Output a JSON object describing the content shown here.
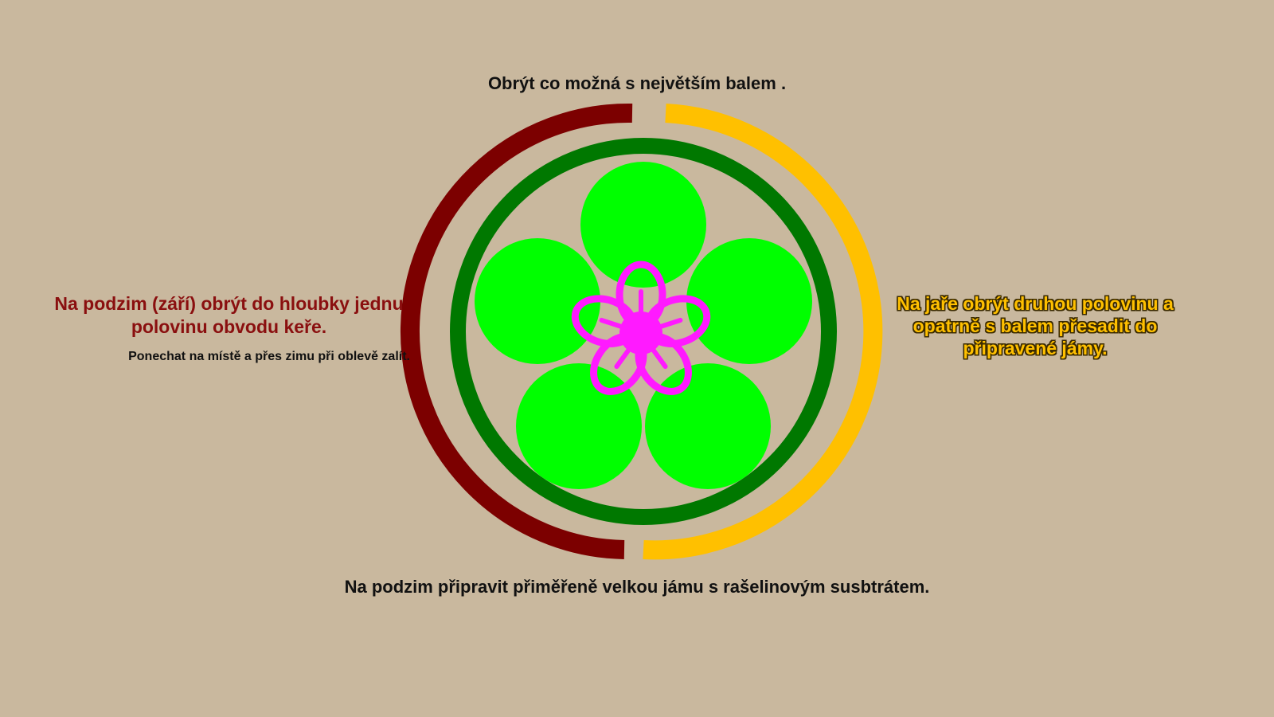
{
  "colors": {
    "background": "#c9b89e",
    "autumn": "#7c0000",
    "spring": "#ffc000",
    "root_ring": "#007800",
    "leaves": "#00ff00",
    "flower": "#ff1aff",
    "text_dark": "#111111",
    "text_autumn": "#8a0f0f",
    "text_spring_fill": "#ffc000",
    "text_spring_outline": "#3a2a00"
  },
  "labels": {
    "top": "Obrýt co možná s největším balem .",
    "left_main": "Na podzim (září) obrýt do hloubky jednu polovinu obvodu keře.",
    "left_note": "Ponechat na místě a přes zimu při oblevě zalít.",
    "right": "Na jaře obrýt druhou polovinu a opatrně s balem přesadit do připravené jámy.",
    "bottom": "Na podzim připravit přiměřeně velkou jámu s rašelinovým susbtrátem."
  },
  "icons": {
    "leaves": "bush-leaves-icon",
    "flower": "flower-icon"
  }
}
